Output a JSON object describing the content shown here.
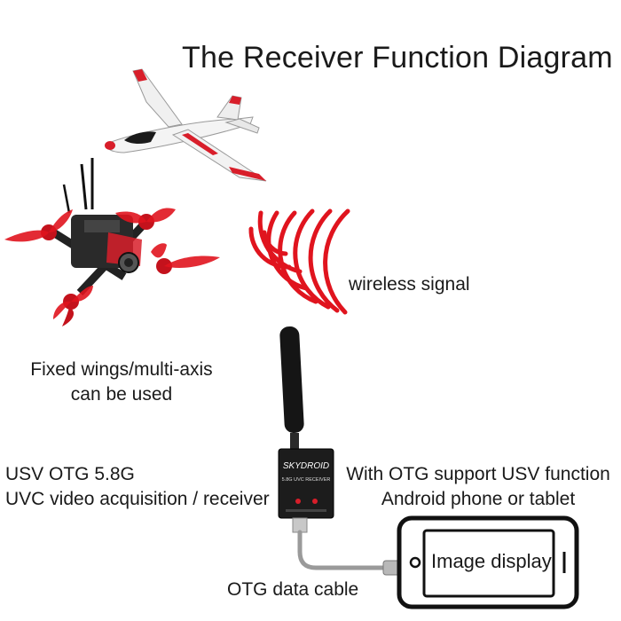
{
  "title": "The Receiver Function Diagram",
  "labels": {
    "wireless_signal": "wireless signal",
    "aircraft_line1": "Fixed wings/multi-axis",
    "aircraft_line2": "can be used",
    "receiver_line1": "USV OTG 5.8G",
    "receiver_line2": "UVC video acquisition / receiver",
    "phone_line1": "With OTG support USV function",
    "phone_line2": "Android phone or tablet",
    "cable": "OTG data cable",
    "image_display": "Image display"
  },
  "receiver_device": {
    "brand": "SKYDROID",
    "model": "5.8G UVC RECEIVER"
  },
  "colors": {
    "signal": "#e0141e",
    "accent_red": "#d81e2a",
    "device_body": "#1c1c1c",
    "phone_outline": "#111111"
  },
  "icons": [
    "airplane-icon",
    "drone-icon",
    "wireless-signal-icon",
    "antenna-icon",
    "usb-cable-icon",
    "phone-icon"
  ]
}
